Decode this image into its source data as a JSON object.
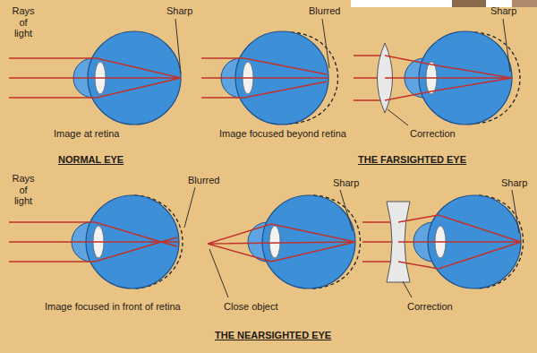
{
  "diagram": {
    "labels": [
      "Rays of light",
      "Sharp",
      "Image at retina",
      "NORMAL EYE",
      "Blurred",
      "Image focused beyond retina",
      "Sharp",
      "Correction",
      "THE FARSIGHTED EYE",
      "Rays of light",
      "Blurred",
      "Image focused in front of retina",
      "Sharp",
      "Close object",
      "Sharp",
      "Correction",
      "THE NEARSIGHTED EYE"
    ]
  }
}
